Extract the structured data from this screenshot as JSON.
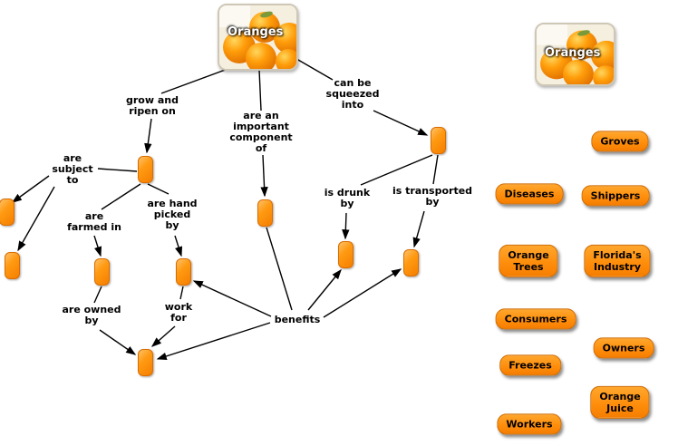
{
  "colors": {
    "node_orange": "#ff8e0c",
    "node_border": "#cf6a00",
    "text": "#000000",
    "background": "#ffffff"
  },
  "concept_map": {
    "root": {
      "label": "Oranges"
    },
    "linking_phrases": [
      {
        "text": "grow and\nripen on"
      },
      {
        "text": "are an\nimportant\ncomponent\nof"
      },
      {
        "text": "can be\nsqueezed\ninto"
      },
      {
        "text": "are\nsubject\nto"
      },
      {
        "text": "are\nfarmed in"
      },
      {
        "text": "are hand\npicked\nby"
      },
      {
        "text": "is drunk\nby"
      },
      {
        "text": "is transported\nby"
      },
      {
        "text": "are owned\nby"
      },
      {
        "text": "work\nfor"
      },
      {
        "text": "benefits"
      }
    ]
  },
  "palette": {
    "image_label": "Oranges",
    "labels": [
      {
        "text": "Groves"
      },
      {
        "text": "Diseases"
      },
      {
        "text": "Shippers"
      },
      {
        "text": "Orange\nTrees"
      },
      {
        "text": "Florida's\nIndustry"
      },
      {
        "text": "Consumers"
      },
      {
        "text": "Owners"
      },
      {
        "text": "Freezes"
      },
      {
        "text": "Orange Juice"
      },
      {
        "text": "Workers"
      }
    ]
  }
}
